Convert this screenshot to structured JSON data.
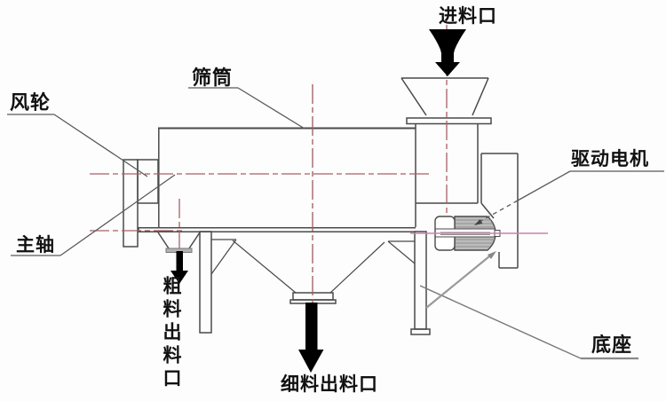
{
  "diagram": {
    "type": "engineering-line-drawing",
    "subject": "rotary drum sieve machine side view",
    "labels": {
      "feed_inlet": "进料口",
      "sieve_drum": "筛筒",
      "wind_wheel": "风轮",
      "main_shaft": "主轴",
      "drive_motor": "驱动电机",
      "base": "底座",
      "coarse_outlet": "粗料出料口",
      "fine_outlet": "细料出料口"
    },
    "colors": {
      "line": "#4a4a4a",
      "leader": "#5a5a5a",
      "centerline_red": "#a85f66",
      "motor_centerline_pink": "#cf7fae",
      "arrow_black": "#000000",
      "flange_gray": "#b3b3b3",
      "motor_fill_gray": "#bcbcbc",
      "background": "#fdfdfd"
    }
  }
}
